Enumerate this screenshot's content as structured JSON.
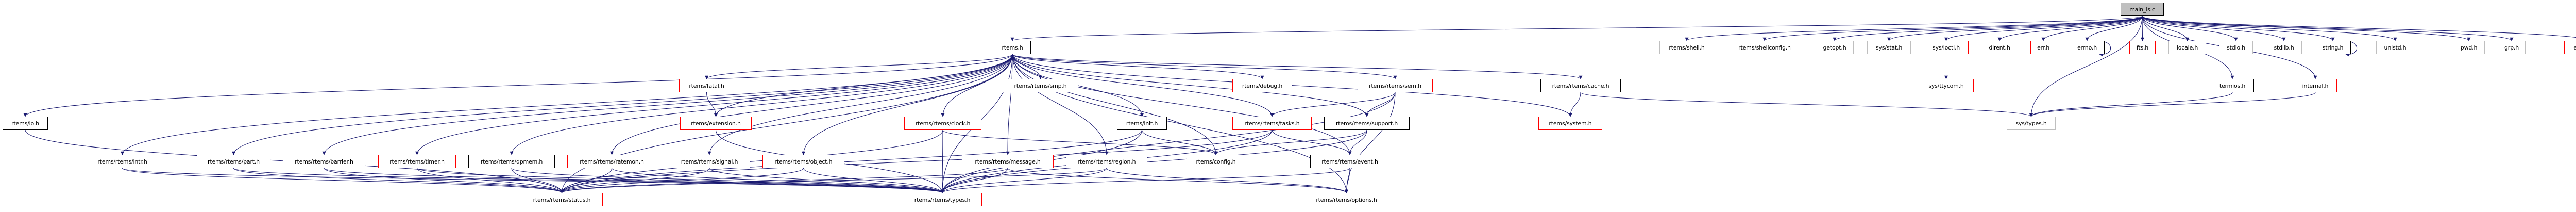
{
  "colors": {
    "edge": "#191970",
    "node_with_more_deps_border": "#ff0000",
    "documented_node_border": "#000000",
    "undocumented_node_border": "#bfbfbf",
    "root_fill": "#bfbfbf"
  },
  "nodes": {
    "main": {
      "label": "main_ls.c"
    },
    "rtems_h": {
      "label": "rtems.h"
    },
    "io": {
      "label": "rtems/io.h"
    },
    "intr": {
      "label": "rtems/rtems/intr.h"
    },
    "part": {
      "label": "rtems/rtems/part.h"
    },
    "barrier": {
      "label": "rtems/rtems/barrier.h"
    },
    "timer": {
      "label": "rtems/rtems/timer.h"
    },
    "fatal": {
      "label": "rtems/fatal.h"
    },
    "extension": {
      "label": "rtems/extension.h"
    },
    "dpmem": {
      "label": "rtems/rtems/dpmem.h"
    },
    "ratemon": {
      "label": "rtems/rtems/ratemon.h"
    },
    "signal": {
      "label": "rtems/rtems/signal.h"
    },
    "object": {
      "label": "rtems/rtems/object.h"
    },
    "status": {
      "label": "rtems/rtems/status.h"
    },
    "types": {
      "label": "rtems/rtems/types.h"
    },
    "smp": {
      "label": "rtems/rtems/smp.h"
    },
    "debug": {
      "label": "rtems/debug.h"
    },
    "sem": {
      "label": "rtems/rtems/sem.h"
    },
    "clock": {
      "label": "rtems/rtems/clock.h"
    },
    "init": {
      "label": "rtems/init.h"
    },
    "tasks": {
      "label": "rtems/rtems/tasks.h"
    },
    "support": {
      "label": "rtems/rtems/support.h"
    },
    "message": {
      "label": "rtems/rtems/message.h"
    },
    "region": {
      "label": "rtems/rtems/region.h"
    },
    "config": {
      "label": "rtems/config.h"
    },
    "event": {
      "label": "rtems/rtems/event.h"
    },
    "options": {
      "label": "rtems/rtems/options.h"
    },
    "cache": {
      "label": "rtems/rtems/cache.h"
    },
    "system": {
      "label": "rtems/system.h"
    },
    "shell": {
      "label": "rtems/shell.h"
    },
    "shellconfig": {
      "label": "rtems/shellconfig.h"
    },
    "getopt": {
      "label": "getopt.h"
    },
    "stat": {
      "label": "sys/stat.h"
    },
    "ioctl": {
      "label": "sys/ioctl.h"
    },
    "dirent": {
      "label": "dirent.h"
    },
    "err": {
      "label": "err.h"
    },
    "errno": {
      "label": "errno.h"
    },
    "fts": {
      "label": "fts.h"
    },
    "locale": {
      "label": "locale.h"
    },
    "stdio": {
      "label": "stdio.h"
    },
    "stdlib": {
      "label": "stdlib.h"
    },
    "string": {
      "label": "string.h"
    },
    "unistd": {
      "label": "unistd.h"
    },
    "pwd": {
      "label": "pwd.h"
    },
    "grp": {
      "label": "grp.h"
    },
    "externls": {
      "label": "extern-ls.h"
    },
    "ttycom": {
      "label": "sys/ttycom.h"
    },
    "termios": {
      "label": "termios.h"
    },
    "internal": {
      "label": "internal.h"
    },
    "systypes": {
      "label": "sys/types.h"
    }
  },
  "edges": [
    [
      "main",
      "rtems_h"
    ],
    [
      "main",
      "shell"
    ],
    [
      "main",
      "shellconfig"
    ],
    [
      "main",
      "getopt"
    ],
    [
      "main",
      "stat"
    ],
    [
      "main",
      "ioctl"
    ],
    [
      "main",
      "dirent"
    ],
    [
      "main",
      "err"
    ],
    [
      "main",
      "errno"
    ],
    [
      "main",
      "fts"
    ],
    [
      "main",
      "locale"
    ],
    [
      "main",
      "stdio"
    ],
    [
      "main",
      "stdlib"
    ],
    [
      "main",
      "string"
    ],
    [
      "main",
      "unistd"
    ],
    [
      "main",
      "pwd"
    ],
    [
      "main",
      "grp"
    ],
    [
      "main",
      "externls"
    ],
    [
      "main",
      "termios"
    ],
    [
      "main",
      "internal"
    ],
    [
      "main",
      "systypes"
    ],
    [
      "rtems_h",
      "io"
    ],
    [
      "rtems_h",
      "intr"
    ],
    [
      "rtems_h",
      "part"
    ],
    [
      "rtems_h",
      "barrier"
    ],
    [
      "rtems_h",
      "timer"
    ],
    [
      "rtems_h",
      "fatal"
    ],
    [
      "rtems_h",
      "extension"
    ],
    [
      "rtems_h",
      "dpmem"
    ],
    [
      "rtems_h",
      "ratemon"
    ],
    [
      "rtems_h",
      "signal"
    ],
    [
      "rtems_h",
      "object"
    ],
    [
      "rtems_h",
      "clock"
    ],
    [
      "rtems_h",
      "smp"
    ],
    [
      "rtems_h",
      "message"
    ],
    [
      "rtems_h",
      "region"
    ],
    [
      "rtems_h",
      "init"
    ],
    [
      "rtems_h",
      "config"
    ],
    [
      "rtems_h",
      "types"
    ],
    [
      "rtems_h",
      "status"
    ],
    [
      "rtems_h",
      "debug"
    ],
    [
      "rtems_h",
      "sem"
    ],
    [
      "rtems_h",
      "tasks"
    ],
    [
      "rtems_h",
      "support"
    ],
    [
      "rtems_h",
      "event"
    ],
    [
      "rtems_h",
      "options"
    ],
    [
      "rtems_h",
      "cache"
    ],
    [
      "rtems_h",
      "system"
    ],
    [
      "io",
      "status"
    ],
    [
      "intr",
      "status"
    ],
    [
      "intr",
      "types"
    ],
    [
      "part",
      "status"
    ],
    [
      "part",
      "types"
    ],
    [
      "barrier",
      "status"
    ],
    [
      "barrier",
      "types"
    ],
    [
      "timer",
      "status"
    ],
    [
      "timer",
      "types"
    ],
    [
      "fatal",
      "extension"
    ],
    [
      "extension",
      "types"
    ],
    [
      "dpmem",
      "status"
    ],
    [
      "dpmem",
      "types"
    ],
    [
      "ratemon",
      "status"
    ],
    [
      "ratemon",
      "types"
    ],
    [
      "signal",
      "status"
    ],
    [
      "signal",
      "types"
    ],
    [
      "object",
      "status"
    ],
    [
      "object",
      "types"
    ],
    [
      "clock",
      "types"
    ],
    [
      "clock",
      "config"
    ],
    [
      "clock",
      "status"
    ],
    [
      "message",
      "types"
    ],
    [
      "message",
      "status"
    ],
    [
      "message",
      "options"
    ],
    [
      "region",
      "types"
    ],
    [
      "region",
      "status"
    ],
    [
      "region",
      "options"
    ],
    [
      "init",
      "types"
    ],
    [
      "init",
      "config"
    ],
    [
      "init",
      "status"
    ],
    [
      "tasks",
      "types"
    ],
    [
      "tasks",
      "event"
    ],
    [
      "tasks",
      "status"
    ],
    [
      "sem",
      "tasks"
    ],
    [
      "sem",
      "support"
    ],
    [
      "sem",
      "types"
    ],
    [
      "sem",
      "options"
    ],
    [
      "support",
      "config"
    ],
    [
      "support",
      "event"
    ],
    [
      "support",
      "types"
    ],
    [
      "event",
      "options"
    ],
    [
      "event",
      "types"
    ],
    [
      "cache",
      "system"
    ],
    [
      "cache",
      "systypes"
    ],
    [
      "ioctl",
      "ttycom"
    ],
    [
      "errno",
      "errno"
    ],
    [
      "string",
      "string"
    ],
    [
      "termios",
      "systypes"
    ],
    [
      "internal",
      "systypes"
    ]
  ]
}
